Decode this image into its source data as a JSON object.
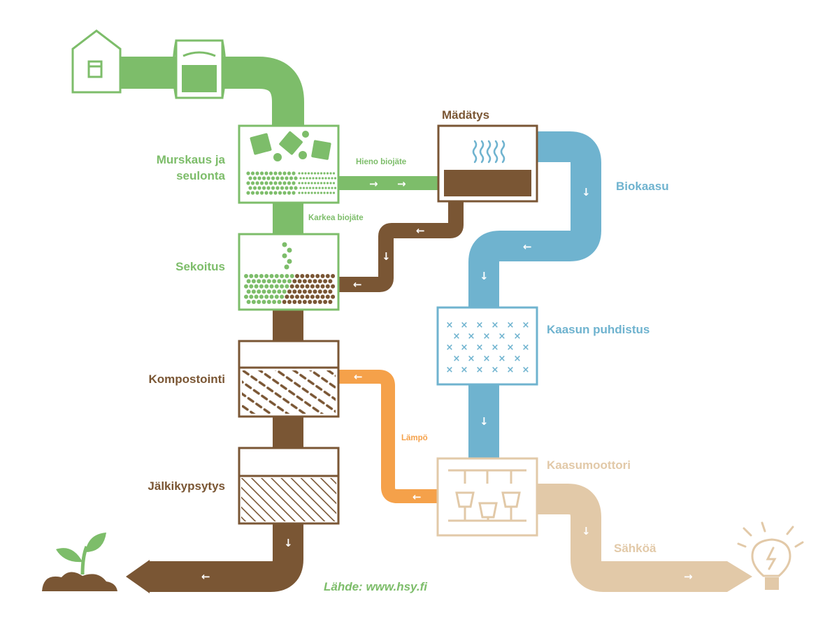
{
  "colors": {
    "green": "#7dbd6a",
    "brown": "#7a5634",
    "blue": "#6fb3cf",
    "orange": "#f5a14a",
    "beige": "#e2c9a8"
  },
  "stages": {
    "crushing": "Murskaus ja",
    "crushing_line2": "seulonta",
    "mixing": "Sekoitus",
    "composting": "Kompostointi",
    "post_maturation": "Jälkikypsytys",
    "digestion": "Mädätys",
    "gas_cleaning": "Kaasun puhdistus",
    "gas_engine": "Kaasumoottori"
  },
  "flows": {
    "fine_biowaste": "Hieno biojäte",
    "coarse_biowaste": "Karkea biojäte",
    "biogas": "Biokaasu",
    "heat": "Lämpö",
    "electricity": "Sähköä"
  },
  "source": "Lähde: www.hsy.fi",
  "icons": [
    "house-icon",
    "biobin-icon",
    "sprout-icon",
    "lightbulb-icon"
  ]
}
